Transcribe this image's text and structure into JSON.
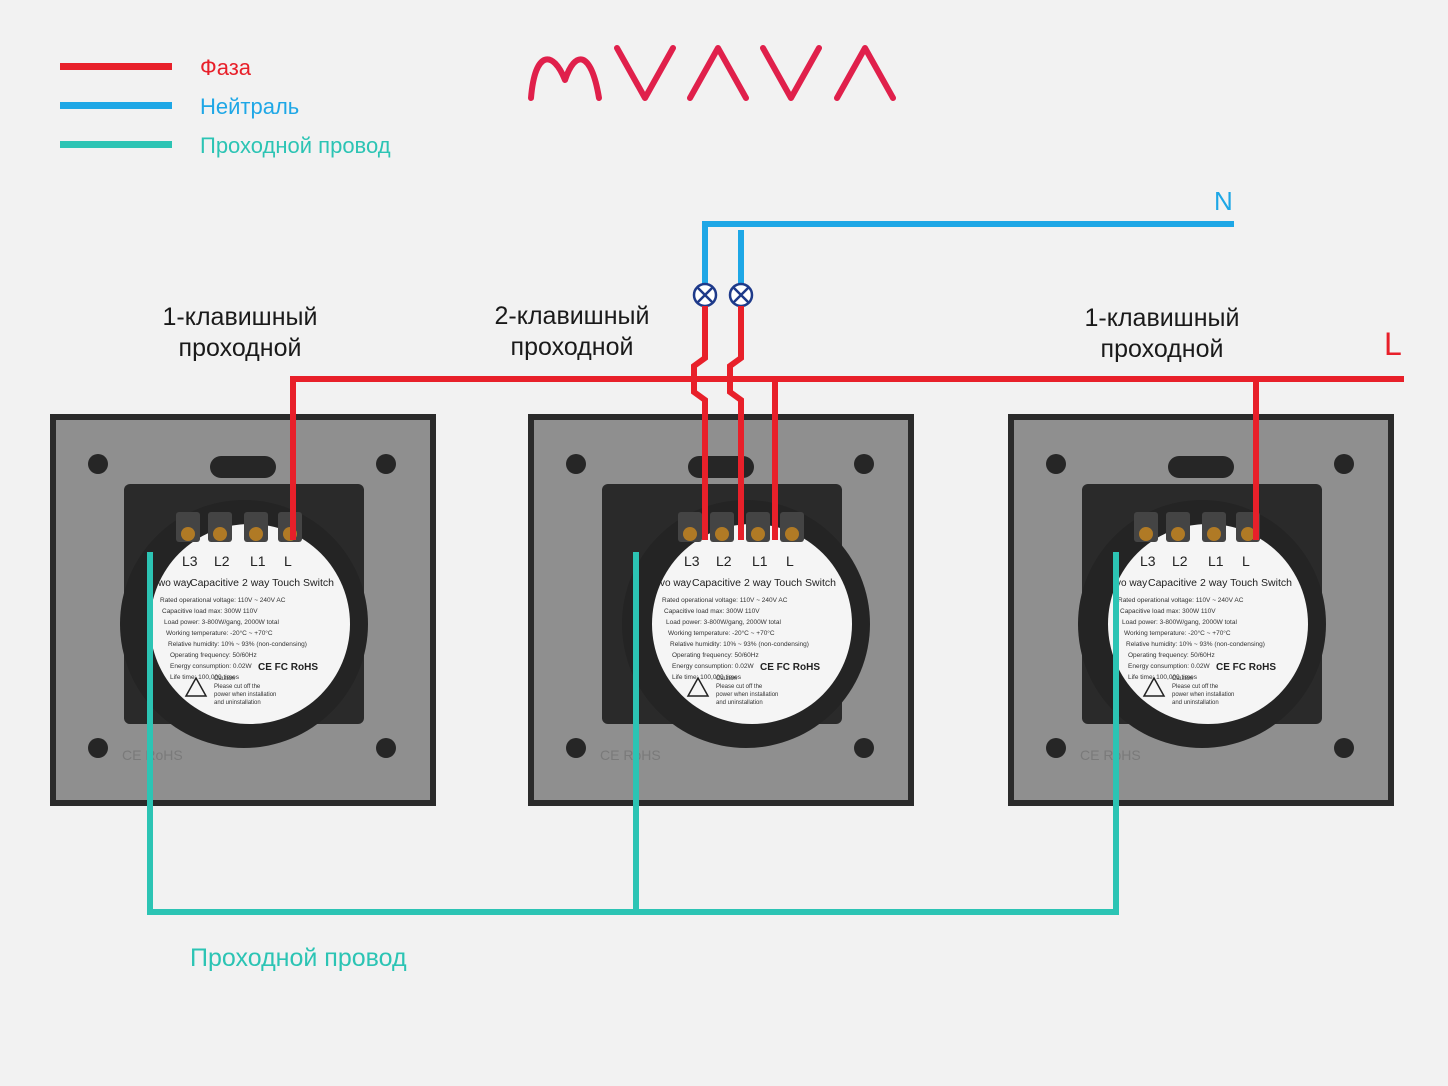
{
  "logo": {
    "text": "MVAVA"
  },
  "legend": [
    {
      "label": "Фаза",
      "color": "#e8202a"
    },
    {
      "label": "Нейтраль",
      "color": "#1ea7e6"
    },
    {
      "label": "Проходной провод",
      "color": "#2cc4b4"
    }
  ],
  "wire_labels": {
    "neutral": "N",
    "line": "L"
  },
  "switches": [
    {
      "title_line1": "1-клавишный",
      "title_line2": "проходной",
      "terminals": [
        "L3",
        "L2",
        "L1",
        "L"
      ],
      "model": "Capacitive 2 way Touch Switch",
      "model_prefix": "wo way"
    },
    {
      "title_line1": "2-клавишный",
      "title_line2": "проходной",
      "terminals": [
        "L3",
        "L2",
        "L1",
        "L"
      ],
      "model": "Capacitive 2 way Touch Switch",
      "model_prefix": "vo way"
    },
    {
      "title_line1": "1-клавишный",
      "title_line2": "проходной",
      "terminals": [
        "L3",
        "L2",
        "L1",
        "L"
      ],
      "model": "Capacitive 2 way Touch Switch",
      "model_prefix": "vo way"
    }
  ],
  "spec_lines": [
    "Rated operational voltage: 110V ~ 240V AC",
    "Capacitive load max: 300W 110V",
    "Load power: 3-800W/gang, 2000W total",
    "Working temperature: -20°C ~ +70°C",
    "Relative humidity: 10% ~ 93% (non-condensing)",
    "Operating frequency: 50/60Hz",
    "Energy consumption: 0.02W",
    "Life time: 100,000 times"
  ],
  "certs": "CE FC RoHS",
  "caution": [
    "Caution",
    "Please cut off the",
    "power when installation",
    "and uninstallation"
  ],
  "brand_mark": "CE RoHS",
  "bottom_caption": "Проходной провод",
  "colors": {
    "phase": "#e8202a",
    "neutral": "#1ea7e6",
    "traveler": "#2cc4b4"
  }
}
